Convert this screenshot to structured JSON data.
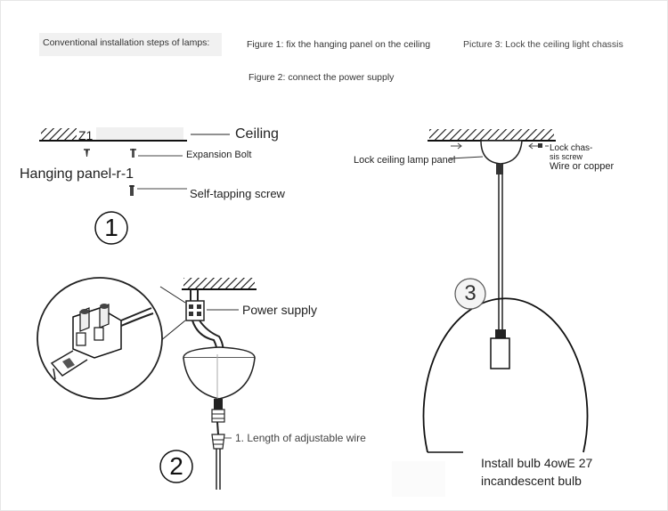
{
  "header": {
    "conventional_steps": "Conventional installation steps of lamps:",
    "figure1": "Figure 1: fix the hanging panel on the ceiling",
    "figure2": "Figure 2: connect the power supply",
    "picture3": "Picture 3: Lock the ceiling light chassis"
  },
  "step1": {
    "number": "1",
    "z1": "Z1",
    "ceiling": "Ceiling",
    "expansion_bolt": "Expansion Bolt",
    "hanging_panel": "Hanging panel-r-1",
    "self_tapping_screw": "Self-tapping screw"
  },
  "step2": {
    "number": "2",
    "power_supply": "Power supply",
    "adjustable_wire": "1. Length of adjustable wire"
  },
  "step3": {
    "number": "3",
    "lock_ceiling_lamp_panel": "Lock ceiling lamp panel",
    "lock_chassis_screw_1": "Lock chas-",
    "lock_chassis_screw_2": "sis screw",
    "wire_or_copper": "Wire or copper",
    "install_bulb_1": "Install bulb 4owE 27",
    "install_bulb_2": "incandescent bulb"
  }
}
